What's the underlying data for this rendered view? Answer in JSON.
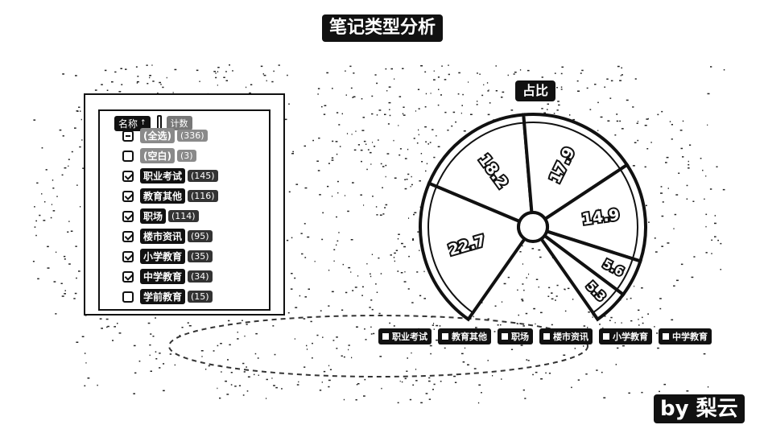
{
  "title": "笔记类型分析",
  "filter_panel": {
    "sort_label": "名称",
    "sort_arrow": "↑",
    "header_count": "计数",
    "items": [
      {
        "label": "(全选)",
        "count": "(336)",
        "state": "partial"
      },
      {
        "label": "(空白)",
        "count": "(3)",
        "state": "unchecked"
      },
      {
        "label": "职业考试",
        "count": "(145)",
        "state": "checked"
      },
      {
        "label": "教育其他",
        "count": "(116)",
        "state": "checked"
      },
      {
        "label": "职场",
        "count": "(114)",
        "state": "checked"
      },
      {
        "label": "楼市资讯",
        "count": "(95)",
        "state": "checked"
      },
      {
        "label": "小学教育",
        "count": "(35)",
        "state": "checked"
      },
      {
        "label": "中学教育",
        "count": "(34)",
        "state": "checked"
      },
      {
        "label": "学前教育",
        "count": "(15)",
        "state": "unchecked"
      }
    ]
  },
  "chart_data": {
    "type": "pie",
    "title": "占比",
    "categories": [
      "职业考试",
      "教育其他",
      "职场",
      "楼市资讯",
      "小学教育",
      "中学教育"
    ],
    "values": [
      22.7,
      18.2,
      17.9,
      14.9,
      5.6,
      5.3
    ],
    "data_labels": [
      "22.7",
      "18.2",
      "17.9",
      "14.9",
      "5.6",
      "5.3"
    ],
    "legend_position": "bottom-right",
    "colors": {
      "fill": "#ffffff",
      "stroke": "#111111"
    }
  },
  "legend": {
    "items": [
      "职业考试",
      "教育其他",
      "职场",
      "楼市资讯",
      "小学教育",
      "中学教育"
    ]
  },
  "watermark": "by 梨云"
}
